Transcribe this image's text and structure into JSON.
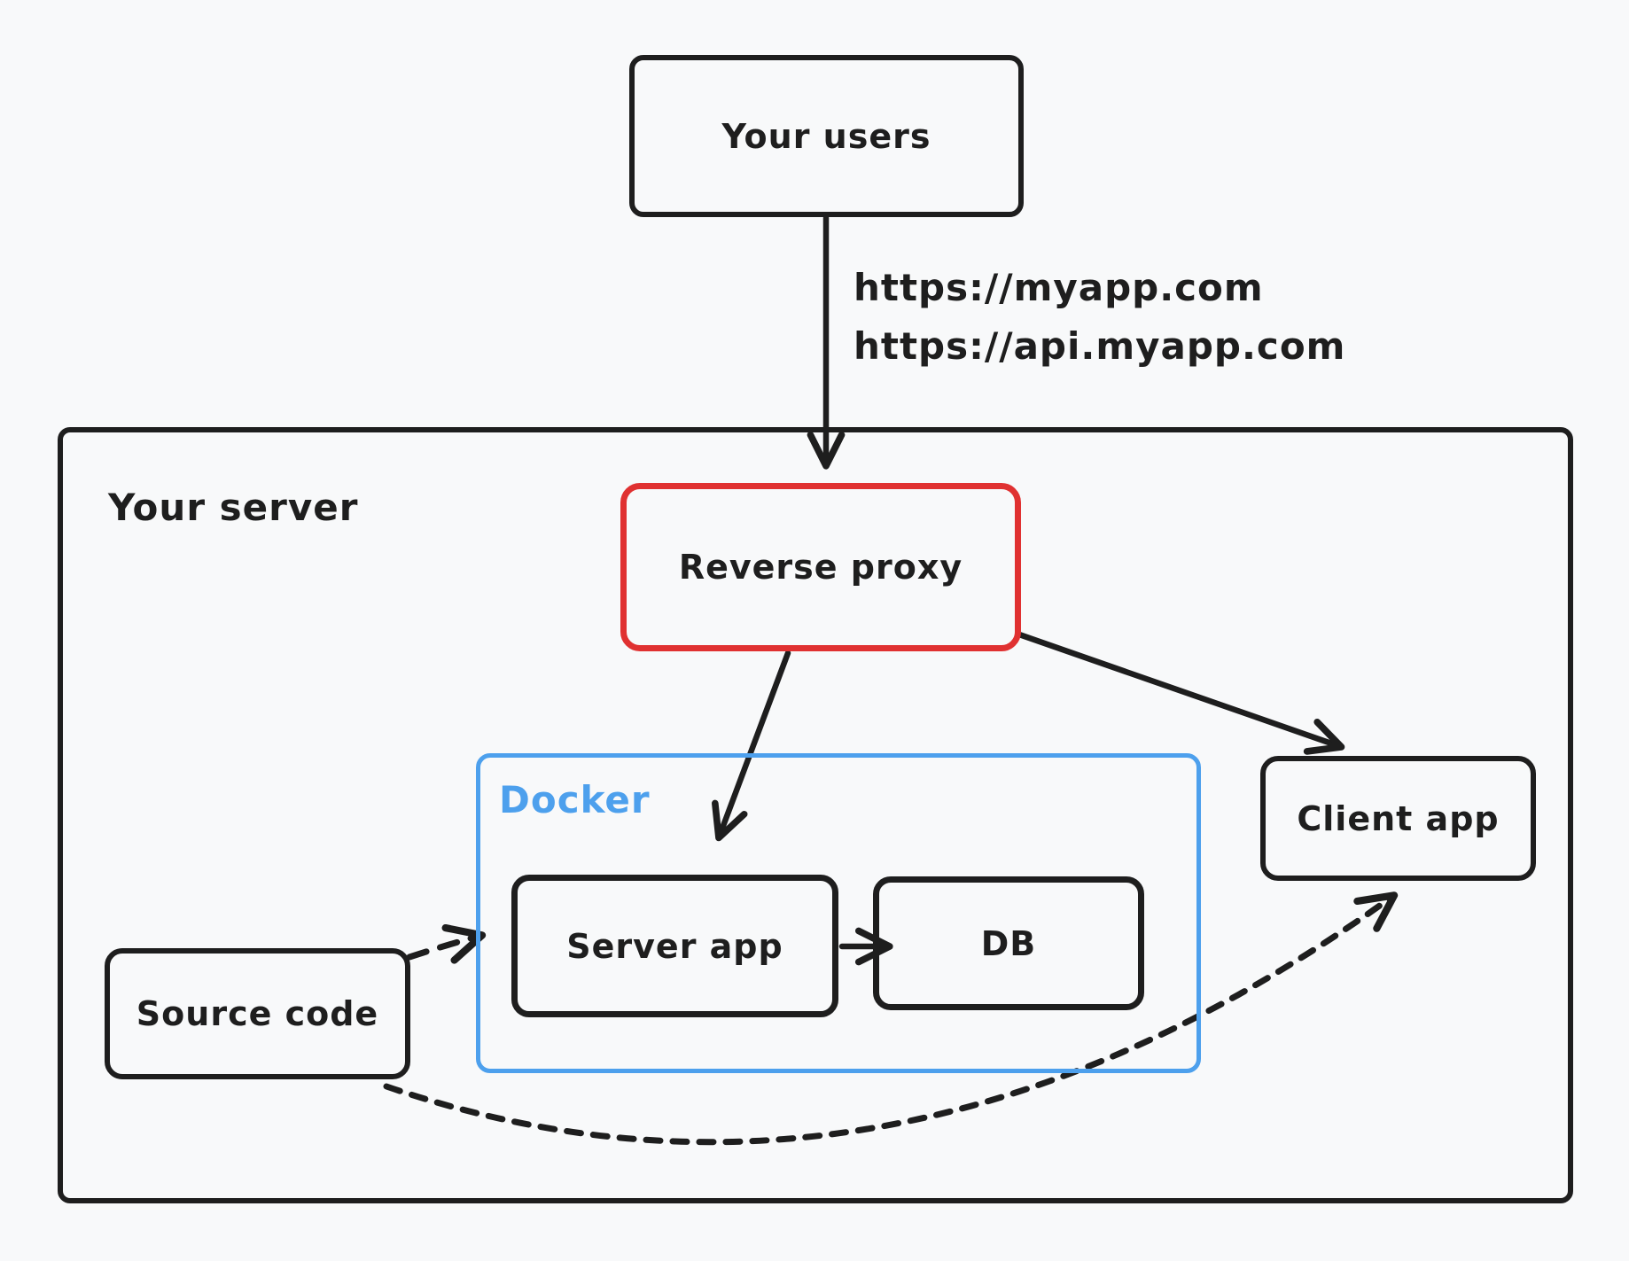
{
  "colors": {
    "ink": "#1e1e1e",
    "red": "#e03131",
    "blue": "#4da0ed",
    "canvas_background": "#f8f9fa"
  },
  "nodes": {
    "users": {
      "label": "Your users"
    },
    "server": {
      "label": "Your server"
    },
    "reverse_proxy": {
      "label": "Reverse proxy"
    },
    "docker": {
      "label": "Docker"
    },
    "server_app": {
      "label": "Server app"
    },
    "db": {
      "label": "DB"
    },
    "client_app": {
      "label": "Client app"
    },
    "source_code": {
      "label": "Source code"
    }
  },
  "edges": {
    "users_to_reverse_proxy": {
      "style": "solid",
      "labels": [
        "https://myapp.com",
        "https://api.myapp.com"
      ]
    },
    "reverse_proxy_to_server_app": {
      "style": "solid"
    },
    "reverse_proxy_to_client_app": {
      "style": "solid"
    },
    "server_app_to_db": {
      "style": "solid"
    },
    "source_code_to_server_app": {
      "style": "dashed"
    },
    "source_code_to_client_app": {
      "style": "dashed"
    }
  }
}
